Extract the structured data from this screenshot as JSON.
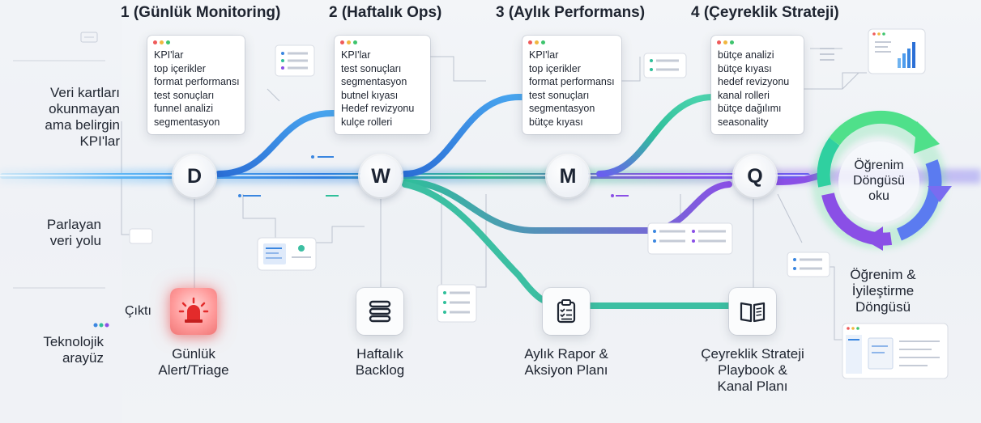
{
  "colors": {
    "blue": "#2f7fe0",
    "teal": "#2fbf9a",
    "purple": "#8a4fe6",
    "green": "#4fe08a",
    "alert_red": "#f04848"
  },
  "phases": [
    {
      "title": "1 (Günlük Monitoring)",
      "node": "D",
      "card_lines": [
        "KPI'lar",
        "top içerikler",
        "format performansı",
        "test sonuçları",
        "funnel analizi",
        "segmentasyon"
      ],
      "output_icon": "alert-siren-icon",
      "output_label": [
        "Günlük",
        "Alert/Triage"
      ]
    },
    {
      "title": "2 (Haftalık Ops)",
      "node": "W",
      "card_lines": [
        "KPI'lar",
        "test sonuçları",
        "segmentasyon",
        "butnel kıyası",
        "Hedef revizyonu",
        "kulçe rolleri"
      ],
      "output_icon": "stack-icon",
      "output_label": [
        "Haftalık",
        "Backlog"
      ]
    },
    {
      "title": "3 (Aylık Performans)",
      "node": "M",
      "card_lines": [
        "KPI'lar",
        "top içerikler",
        "format performansı",
        "test sonuçları",
        "segmentasyon",
        "bütçe kıyası"
      ],
      "output_icon": "clipboard-checklist-icon",
      "output_label": [
        "Aylık Rapor &",
        "Aksiyon Planı"
      ]
    },
    {
      "title": "4 (Çeyreklik Strateji)",
      "node": "Q",
      "card_lines": [
        "bütçe analizi",
        "bütçe kıyası",
        "hedef revizyonu",
        "kanal rolleri",
        "bütçe dağılımı",
        "seasonality"
      ],
      "output_icon": "open-book-icon",
      "output_label": [
        "Çeyreklik Strateji",
        "Playbook &",
        "Kanal Planı"
      ]
    }
  ],
  "side_labels": {
    "veri_kartlari": [
      "Veri kartları",
      "okunmayan",
      "ama belirgin",
      "KPI'lar"
    ],
    "parlayan": [
      "Parlayan",
      "veri yolu"
    ],
    "teknolojik": [
      "Teknolojik",
      "arayüz"
    ]
  },
  "cikti_label": "Çıktı",
  "loop": {
    "inner_label": [
      "Öğrenim",
      "Döngüsü",
      "oku"
    ],
    "outer_label": [
      "Öğrenim &",
      "İyileştirme",
      "Döngüsü"
    ]
  }
}
